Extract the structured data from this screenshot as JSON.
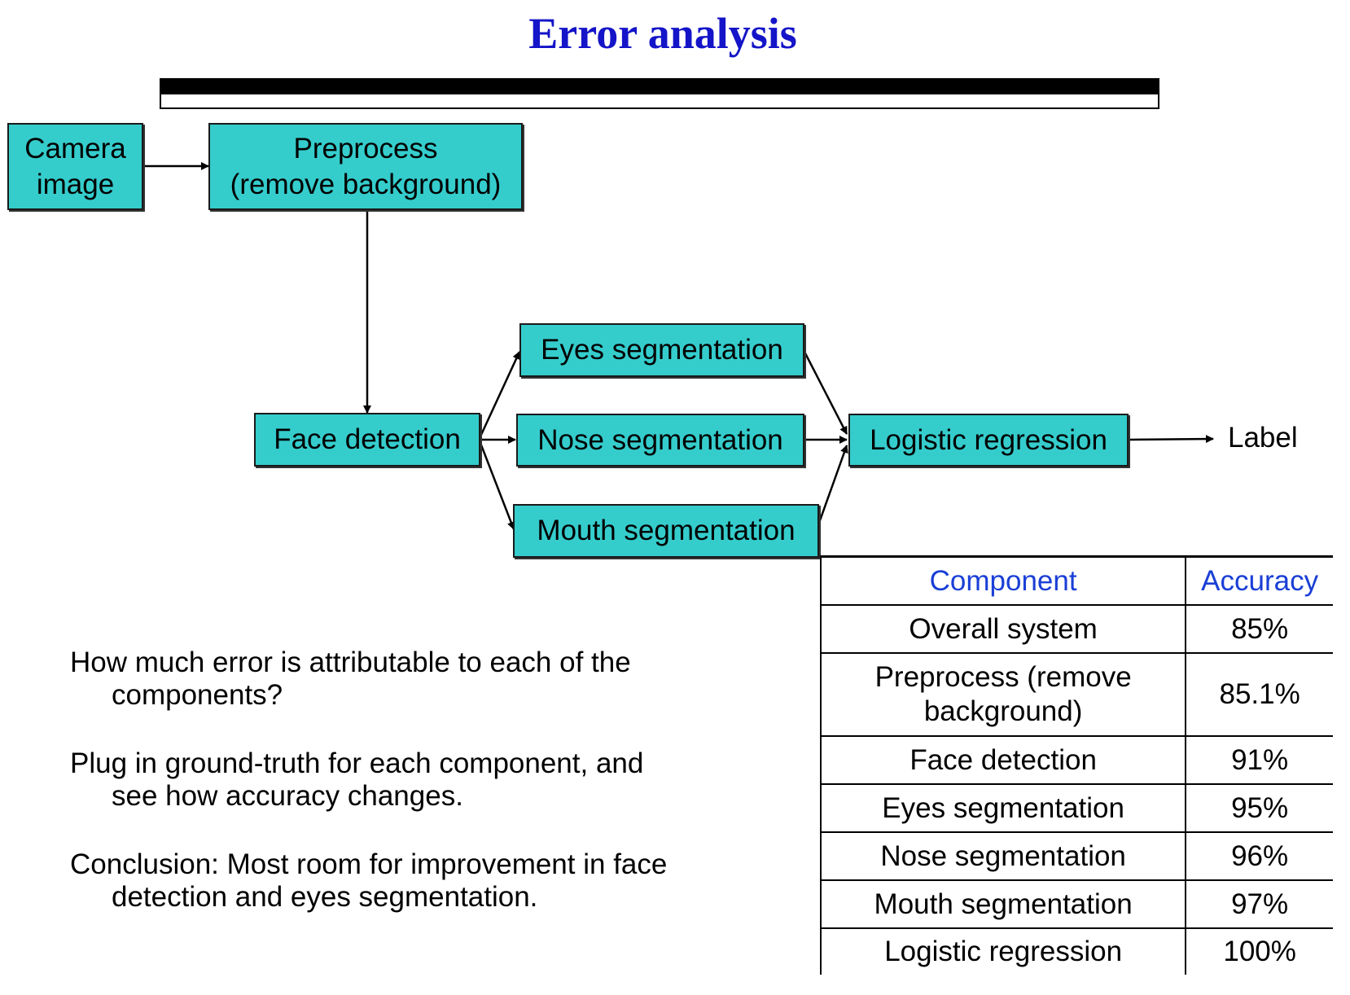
{
  "title": "Error analysis",
  "colors": {
    "title": "#1414c8",
    "box_fill": "#35cccc",
    "table_header": "#1a3fd6"
  },
  "pipeline": {
    "camera_image": "Camera\nimage",
    "preprocess": "Preprocess\n(remove background)",
    "face_detection": "Face detection",
    "eyes_segmentation": "Eyes segmentation",
    "nose_segmentation": "Nose segmentation",
    "mouth_segmentation": "Mouth segmentation",
    "logistic_regression": "Logistic regression",
    "output_label": "Label"
  },
  "notes": [
    {
      "line1": "How much error is attributable to each of the",
      "line2": "components?"
    },
    {
      "line1": "Plug in ground-truth for each component, and",
      "line2": "see how accuracy changes."
    },
    {
      "line1": "Conclusion: Most room for improvement in face",
      "line2": "detection and eyes segmentation."
    }
  ],
  "table": {
    "headers": {
      "component": "Component",
      "accuracy": "Accuracy"
    },
    "rows": [
      {
        "component": "Overall system",
        "accuracy": "85%"
      },
      {
        "component": "Preprocess (remove\nbackground)",
        "accuracy": "85.1%"
      },
      {
        "component": "Face detection",
        "accuracy": "91%"
      },
      {
        "component": "Eyes segmentation",
        "accuracy": "95%"
      },
      {
        "component": "Nose segmentation",
        "accuracy": "96%"
      },
      {
        "component": "Mouth segmentation",
        "accuracy": "97%"
      },
      {
        "component": "Logistic regression",
        "accuracy": "100%"
      }
    ]
  }
}
